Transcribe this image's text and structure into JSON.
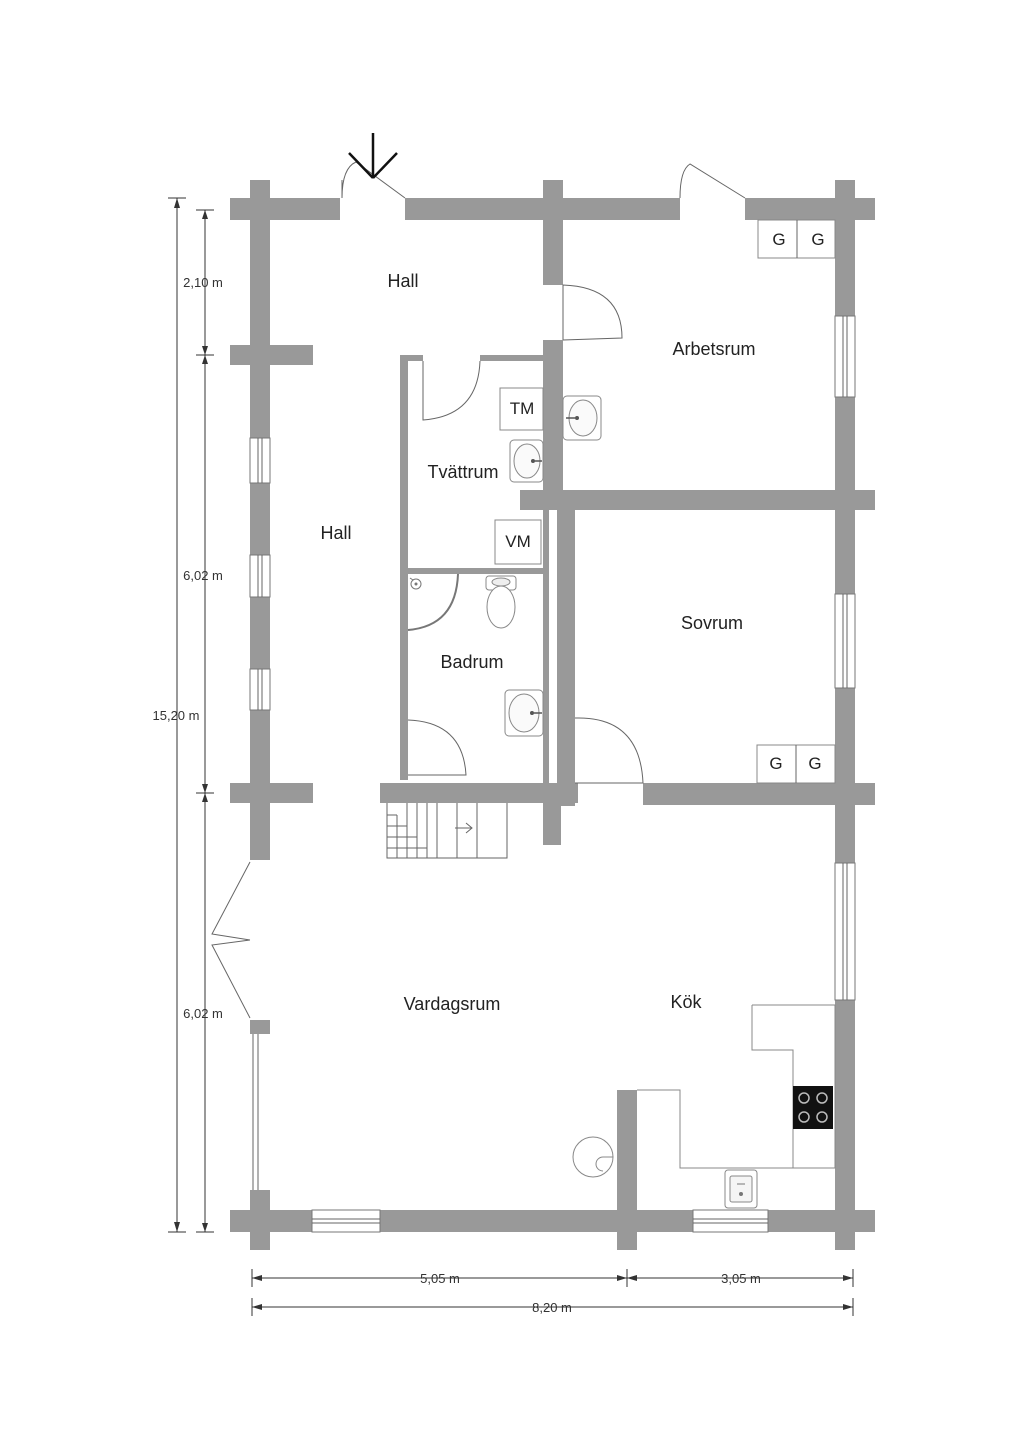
{
  "rooms": {
    "hall_top": "Hall",
    "hall_side": "Hall",
    "arbetsrum": "Arbetsrum",
    "tvattrum": "Tvättrum",
    "sovrum": "Sovrum",
    "badrum": "Badrum",
    "vardagsrum": "Vardagsrum",
    "kok": "Kök"
  },
  "fixtures": {
    "tm": "TM",
    "vm": "VM",
    "wardrobe_g": "G"
  },
  "dimensions": {
    "height_total": "15,20 m",
    "height_top": "2,10 m",
    "height_mid": "6,02 m",
    "height_bottom": "6,02 m",
    "width_left": "5,05 m",
    "width_right": "3,05 m",
    "width_total": "8,20 m"
  },
  "colors": {
    "wall": "#999999",
    "stove": "#111111"
  },
  "icons": [
    "entrance-arrow-icon",
    "door-swing-icon",
    "sink-icon",
    "toilet-icon",
    "shower-icon",
    "stove-icon",
    "stairs-icon",
    "fireplace-icon"
  ]
}
